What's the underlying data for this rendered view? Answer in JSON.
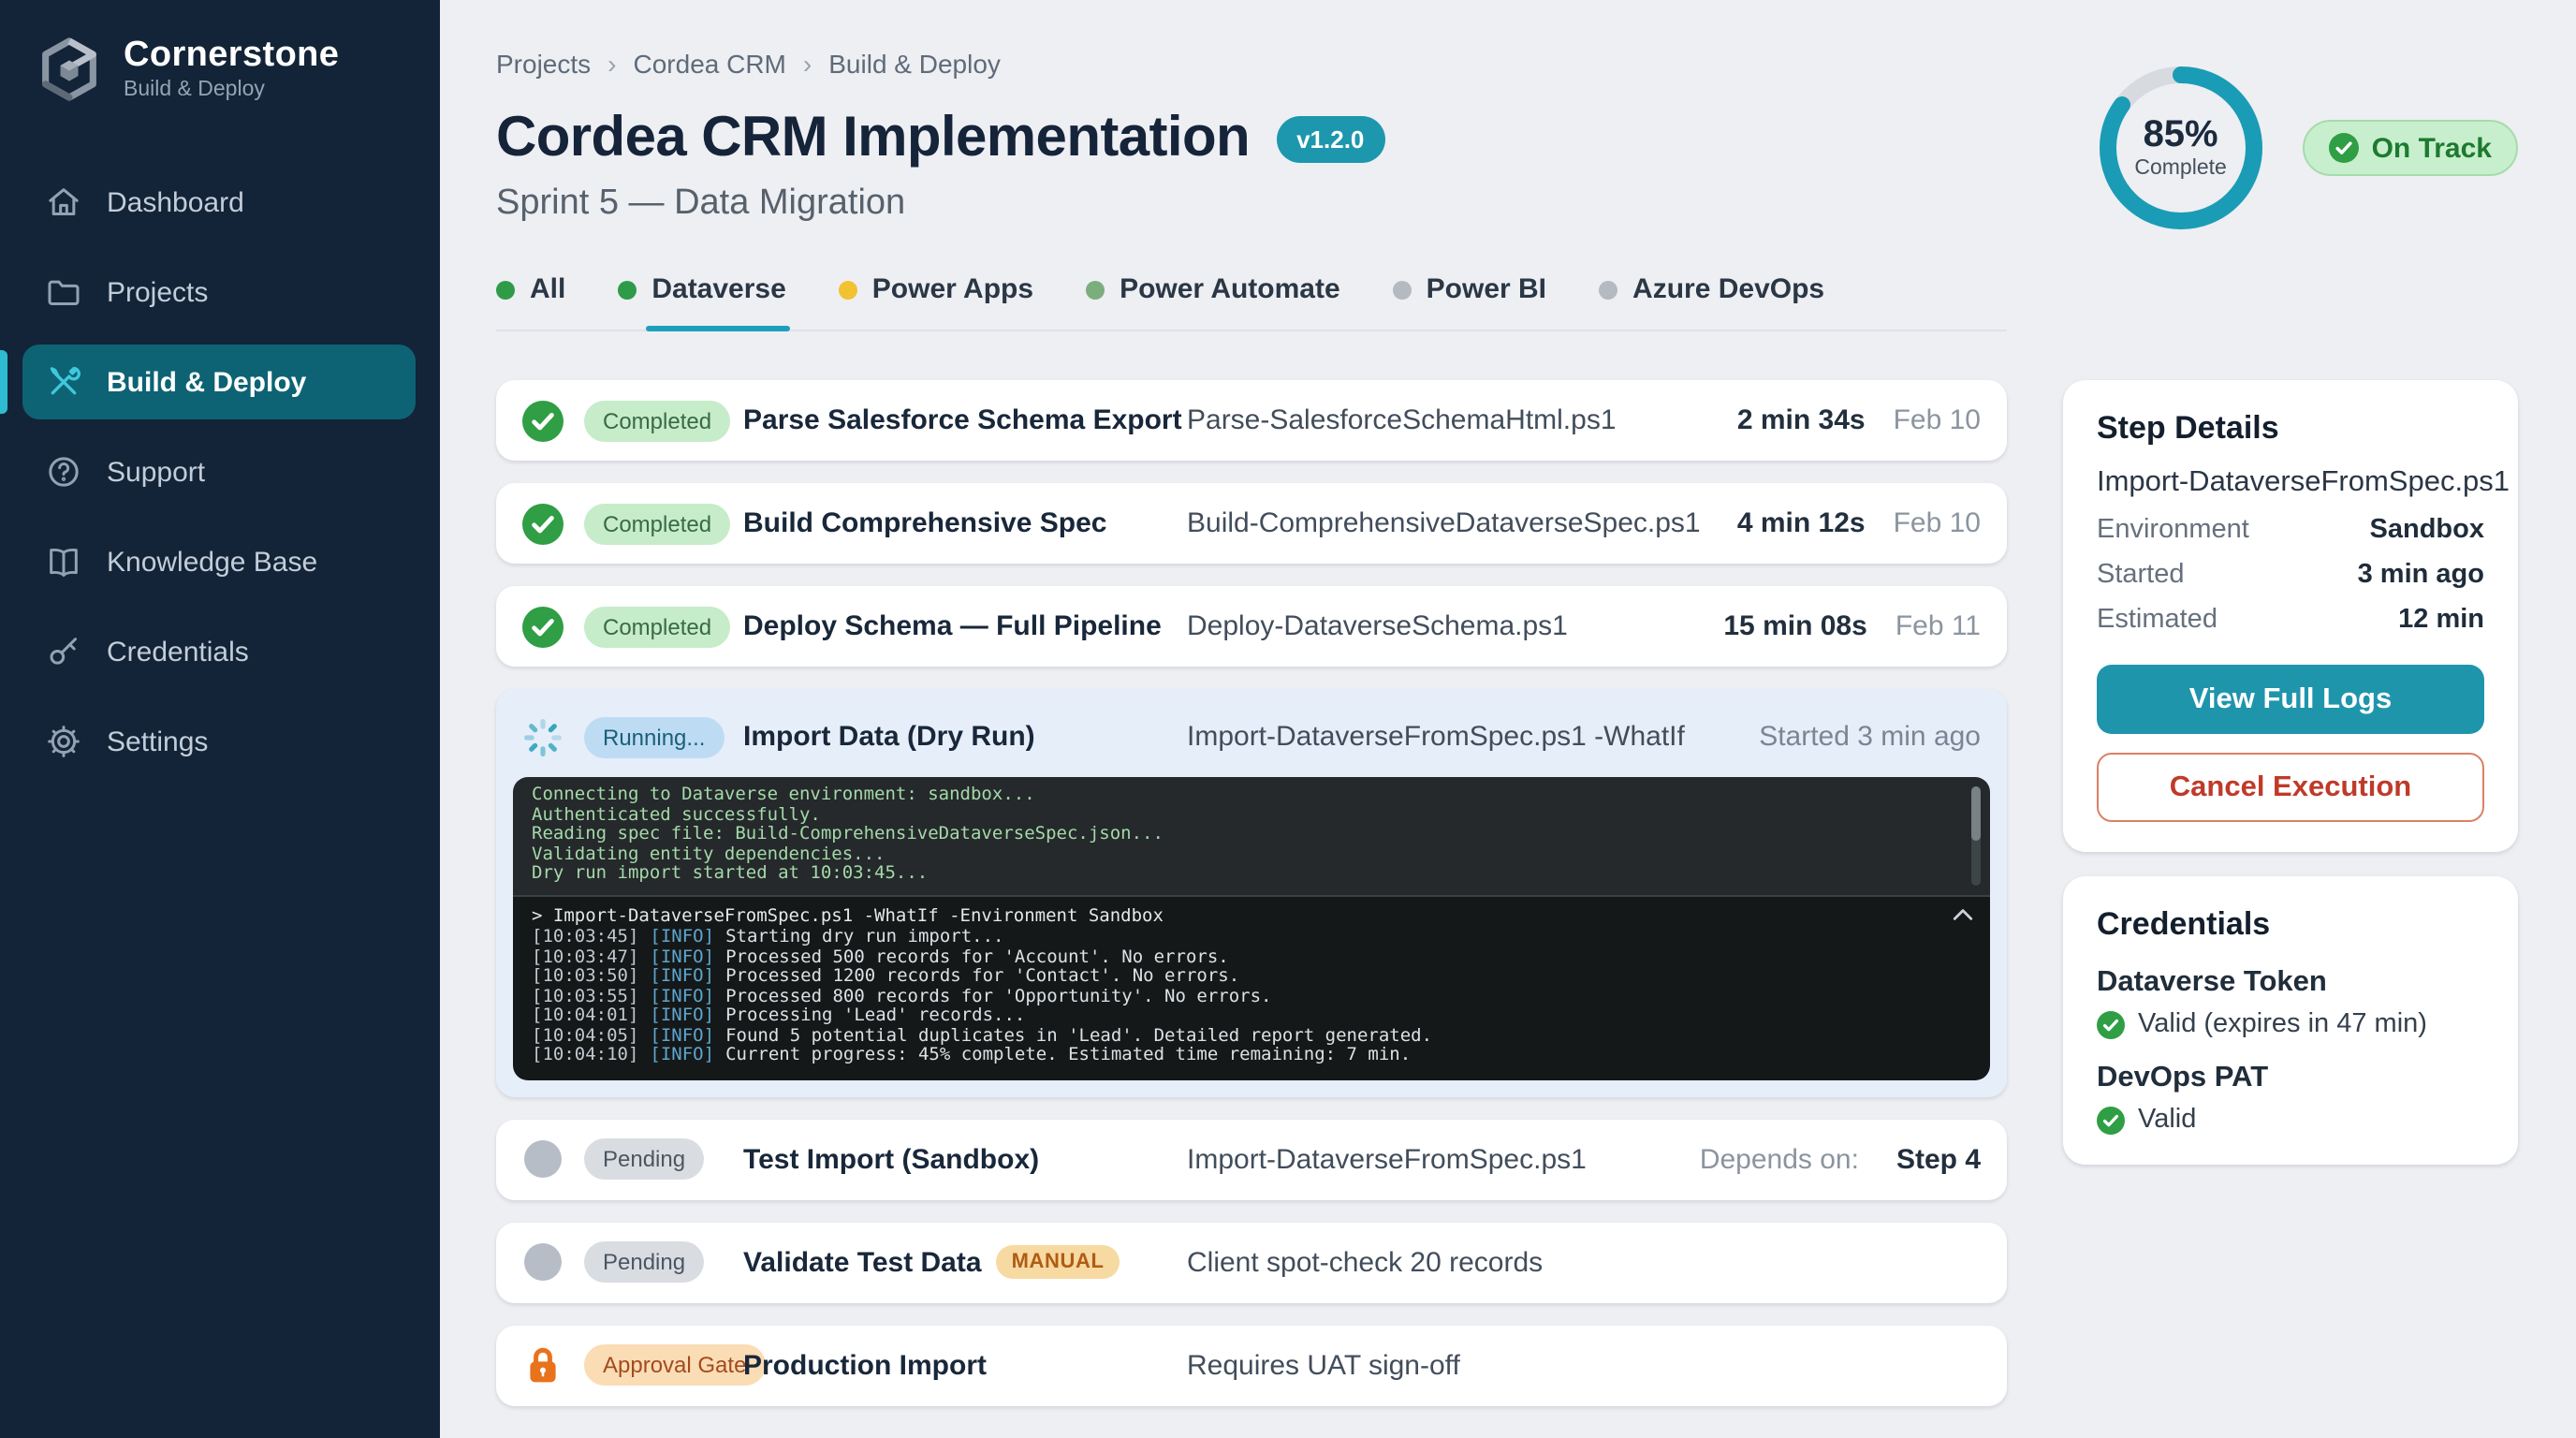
{
  "colors": {
    "accent_teal": "#1d97ad",
    "sidebar_navy": "#132438",
    "success_green": "#2f9e44",
    "running_blue": "#bddcf4",
    "warning_amber": "#f7d9a2",
    "danger_red": "#bf3a2a"
  },
  "sidebar": {
    "brand": {
      "name": "Cornerstone",
      "tagline": "Build & Deploy"
    },
    "items": [
      {
        "label": "Dashboard"
      },
      {
        "label": "Projects"
      },
      {
        "label": "Build & Deploy"
      },
      {
        "label": "Support"
      },
      {
        "label": "Knowledge Base"
      },
      {
        "label": "Credentials"
      },
      {
        "label": "Settings"
      }
    ]
  },
  "header": {
    "breadcrumb": [
      "Projects",
      "Cordea CRM",
      "Build & Deploy"
    ],
    "breadcrumb_separator": "›",
    "title": "Cordea CRM Implementation",
    "version_badge": "v1.2.0",
    "subtitle": "Sprint 5 — Data Migration",
    "progress": {
      "percent": "85%",
      "label": "Complete",
      "value": 85
    },
    "status_badge": "On Track"
  },
  "tabs": [
    {
      "label": "All",
      "dot_color": "#2f9b49"
    },
    {
      "label": "Dataverse",
      "dot_color": "#2f9b49",
      "active": true
    },
    {
      "label": "Power Apps",
      "dot_color": "#f2c233"
    },
    {
      "label": "Power Automate",
      "dot_color": "#7bae7d"
    },
    {
      "label": "Power BI",
      "dot_color": "#b4bac1"
    },
    {
      "label": "Azure DevOps",
      "dot_color": "#b4bac1"
    }
  ],
  "steps": [
    {
      "status": "completed",
      "badge": "Completed",
      "name": "Parse Salesforce Schema Export",
      "script": "Parse-SalesforceSchemaHtml.ps1",
      "duration": "2 min 34s",
      "date": "Feb 10"
    },
    {
      "status": "completed",
      "badge": "Completed",
      "name": "Build Comprehensive Spec",
      "script": "Build-ComprehensiveDataverseSpec.ps1",
      "duration": "4 min 12s",
      "date": "Feb 10"
    },
    {
      "status": "completed",
      "badge": "Completed",
      "name": "Deploy Schema — Full Pipeline",
      "script": "Deploy-DataverseSchema.ps1",
      "duration": "15 min 08s",
      "date": "Feb 11"
    },
    {
      "status": "running",
      "badge": "Running...",
      "name": "Import Data (Dry Run)",
      "script": "Import-DataverseFromSpec.ps1 -WhatIf",
      "started": "Started 3 min ago"
    },
    {
      "status": "pending",
      "badge": "Pending",
      "name": "Test Import (Sandbox)",
      "script": "Import-DataverseFromSpec.ps1",
      "depends_label": "Depends on:",
      "depends_value": "Step 4"
    },
    {
      "status": "pending",
      "badge": "Pending",
      "name": "Validate Test Data",
      "manual_badge": "MANUAL",
      "script": "Client spot-check 20 records"
    },
    {
      "status": "gate",
      "badge": "Approval Gate",
      "name": "Production Import",
      "script": "Requires UAT sign-off"
    }
  ],
  "terminal": {
    "connect_lines": [
      "Connecting to Dataverse environment: sandbox...",
      "Authenticated successfully.",
      "Reading spec file: Build-ComprehensiveDataverseSpec.json...",
      "Validating entity dependencies...",
      "Dry run import started at 10:03:45..."
    ],
    "command": "> Import-DataverseFromSpec.ps1 -WhatIf -Environment Sandbox",
    "logs": [
      {
        "time": "[10:03:45]",
        "level": "[INFO]",
        "message": "Starting dry run import..."
      },
      {
        "time": "[10:03:47]",
        "level": "[INFO]",
        "message": "Processed 500 records for 'Account'. No errors."
      },
      {
        "time": "[10:03:50]",
        "level": "[INFO]",
        "message": "Processed 1200 records for 'Contact'. No errors."
      },
      {
        "time": "[10:03:55]",
        "level": "[INFO]",
        "message": "Processed 800 records for 'Opportunity'. No errors."
      },
      {
        "time": "[10:04:01]",
        "level": "[INFO]",
        "message": "Processing 'Lead' records..."
      },
      {
        "time": "[10:04:05]",
        "level": "[INFO]",
        "message": "Found 5 potential duplicates in 'Lead'. Detailed report generated."
      },
      {
        "time": "[10:04:10]",
        "level": "[INFO]",
        "message": "Current progress: 45% complete. Estimated time remaining: 7 min."
      }
    ]
  },
  "panel": {
    "step_details": {
      "title": "Step Details",
      "script": "Import-DataverseFromSpec.ps1",
      "rows": [
        {
          "label": "Environment",
          "value": "Sandbox"
        },
        {
          "label": "Started",
          "value": "3 min ago"
        },
        {
          "label": "Estimated",
          "value": "12 min"
        }
      ],
      "primary_button": "View Full Logs",
      "danger_button": "Cancel Execution"
    },
    "credentials": {
      "title": "Credentials",
      "items": [
        {
          "name": "Dataverse Token",
          "status": "Valid (expires in 47 min)"
        },
        {
          "name": "DevOps PAT",
          "status": "Valid"
        }
      ]
    }
  }
}
